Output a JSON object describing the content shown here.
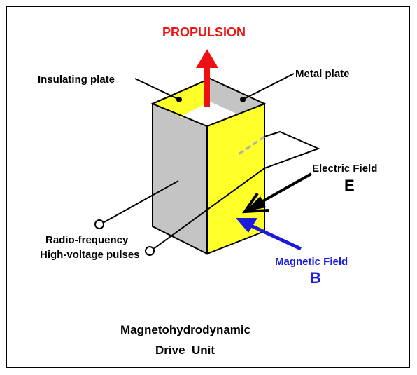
{
  "diagram": {
    "title": "PROPULSION",
    "labels": {
      "insulating_plate": "Insulating plate",
      "metal_plate": "Metal plate",
      "electric_field": "Electric Field",
      "electric_symbol": "E",
      "magnetic_field": "Magnetic Field",
      "magnetic_symbol": "B",
      "rf_line1": "Radio-frequency",
      "rf_line2": "High-voltage pulses"
    },
    "caption": {
      "line1": "Magnetohydrodynamic",
      "line2": "Drive  Unit"
    }
  },
  "colors": {
    "propulsion": "#ee1111",
    "magnetic": "#1a1adc",
    "plate_yellow": "#ffff2a",
    "plate_gray": "#c4c4c4",
    "text": "#000000"
  }
}
